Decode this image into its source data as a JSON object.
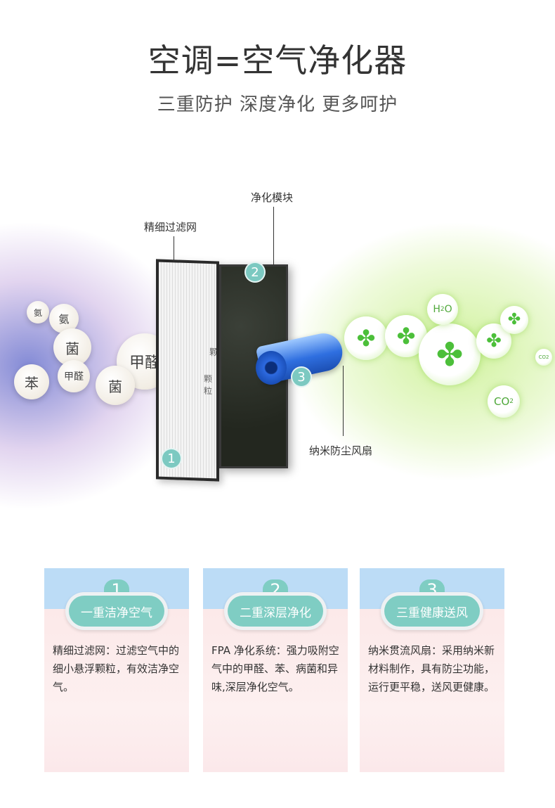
{
  "header": {
    "title": "空调=空气净化器",
    "subtitle": "三重防护 深度净化 更多呵护"
  },
  "diagram": {
    "labels": {
      "fine_filter": "精细过滤网",
      "module": "净化模块",
      "fan": "纳米防尘风扇"
    },
    "badges": [
      "1",
      "2",
      "3"
    ],
    "pollutants": [
      "氨",
      "氨",
      "菌",
      "苯",
      "甲醛",
      "甲醛",
      "菌"
    ],
    "behind_filter_text": [
      "颗",
      "颗粒"
    ],
    "clean_molecules": {
      "h2o": "H",
      "h2o_sub": "2",
      "h2o_tail": "O",
      "co2": "CO",
      "co2_sub": "2",
      "co2_small": "CO2"
    }
  },
  "cards": [
    {
      "num": "1",
      "title": "一重洁净空气",
      "text": "精细过滤网：过滤空气中的细小悬浮颗粒，有效洁净空气。"
    },
    {
      "num": "2",
      "title": "二重深层净化",
      "text": "FPA 净化系统：强力吸附空气中的甲醛、苯、病菌和异味,深层净化空气。"
    },
    {
      "num": "3",
      "title": "三重健康送风",
      "text": "纳米贯流风扇：采用纳米新材料制作，具有防尘功能，运行更平稳，送风更健康。"
    }
  ],
  "colors": {
    "accent_teal": "#7fcdc3",
    "card_top_blue": "#bcdcf6",
    "card_bg_pink": "#fbe6e6",
    "clover_green": "#4cbf3a"
  }
}
